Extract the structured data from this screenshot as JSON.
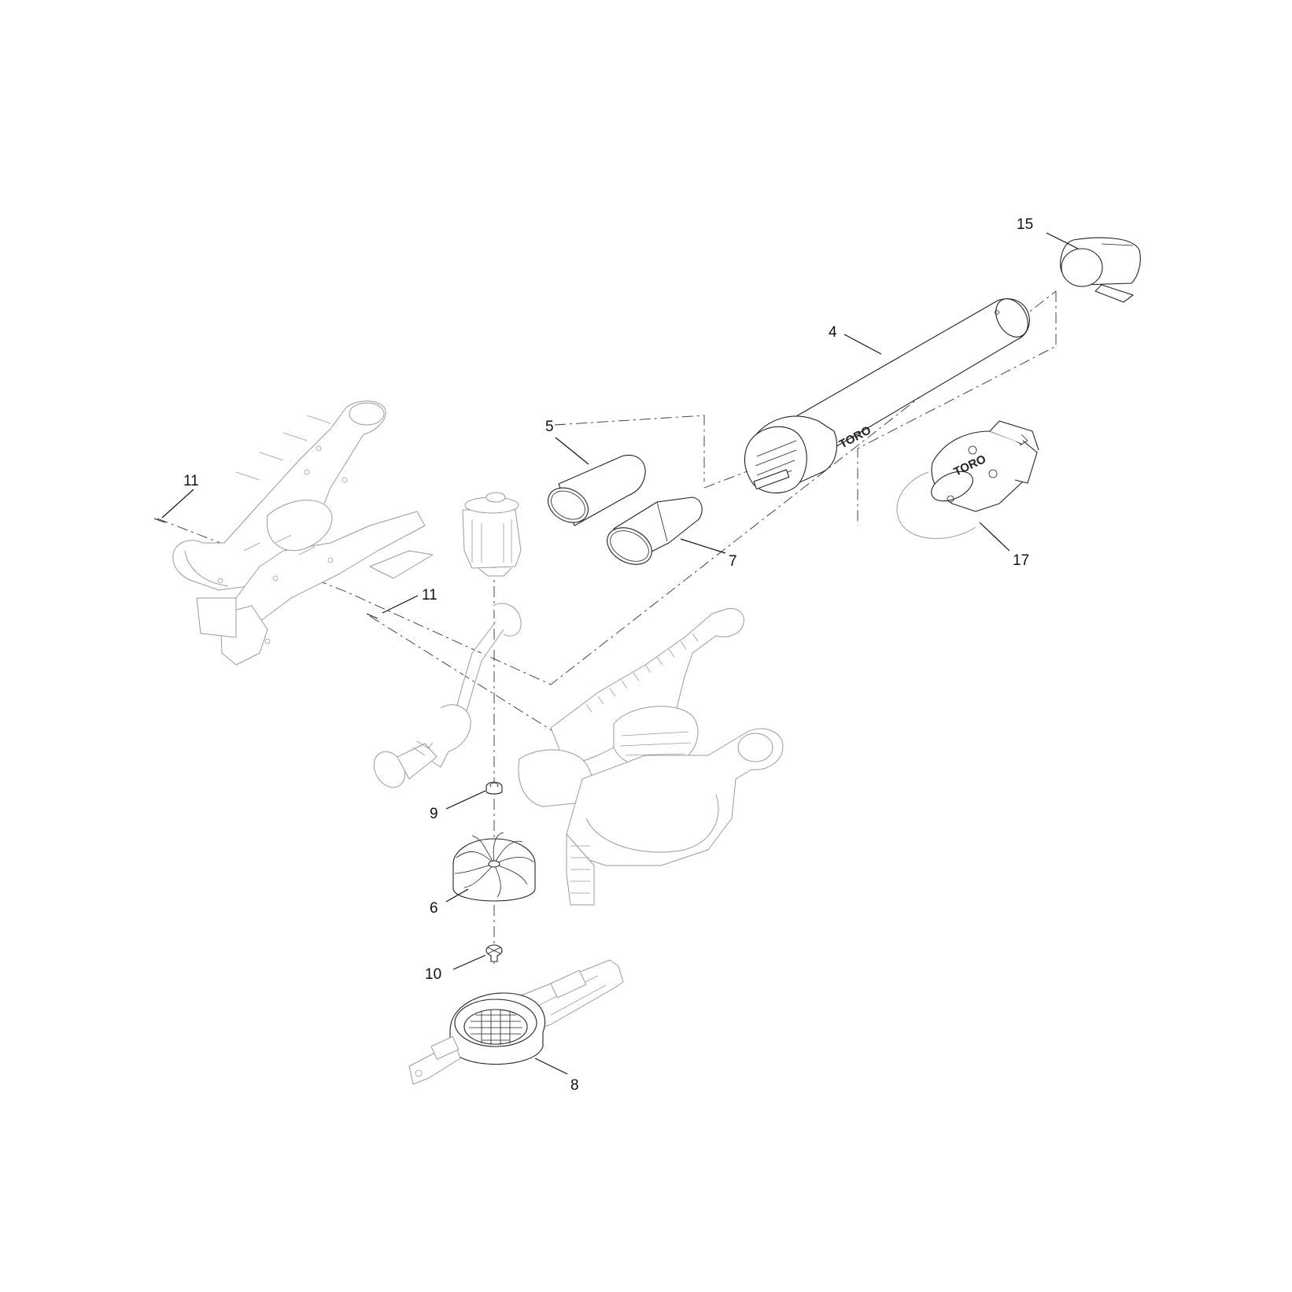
{
  "callouts": [
    {
      "id": "4",
      "label": "4"
    },
    {
      "id": "5",
      "label": "5"
    },
    {
      "id": "6",
      "label": "6"
    },
    {
      "id": "7",
      "label": "7"
    },
    {
      "id": "8",
      "label": "8"
    },
    {
      "id": "9",
      "label": "9"
    },
    {
      "id": "10",
      "label": "10"
    },
    {
      "id": "11a",
      "label": "11"
    },
    {
      "id": "11b",
      "label": "11"
    },
    {
      "id": "15",
      "label": "15"
    },
    {
      "id": "17",
      "label": "17"
    }
  ],
  "tube_brand": "TORO",
  "handle_brand": "TORO",
  "colors": {
    "line": "#222222",
    "faint": "#9a9a9a",
    "background": "#ffffff"
  }
}
